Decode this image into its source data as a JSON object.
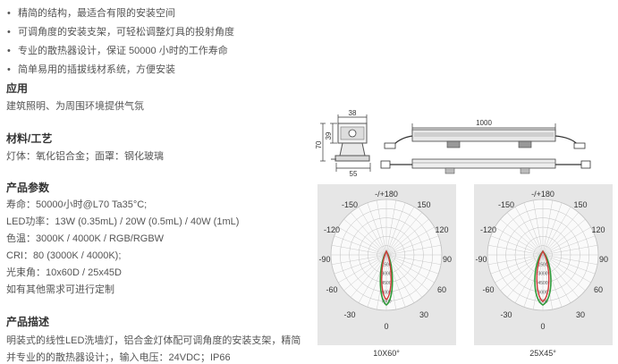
{
  "features": [
    "精简的结构，最适合有限的安装空间",
    "可调角度的安装支架，可轻松调整灯具的投射角度",
    "专业的散热器设计，保证 50000 小时的工作寿命",
    "简单易用的插拔线材系统，方便安装"
  ],
  "bullet_symbol": "•",
  "application": {
    "title": "应用",
    "text": "建筑照明、为周围环境提供气氛"
  },
  "materials": {
    "title": "材料/工艺",
    "text": "灯体：氧化铝合金；面罩：钢化玻璃"
  },
  "params": {
    "title": "产品参数",
    "items": [
      "寿命：50000小时@L70 Ta35°C;",
      "LED功率：13W (0.35mL) / 20W (0.5mL) / 40W (1mL)",
      "色温：3000K / 4000K / RGB/RGBW",
      "CRI：80 (3000K / 4000K);",
      "光束角：10x60D / 25x45D",
      "如有其他需求可进行定制"
    ]
  },
  "description": {
    "title": "产品描述",
    "lines": [
      "明装式的线性LED洗墙灯，铝合金灯体配可调角度的安装支架，精简",
      "并专业的的散热器设计；，输入电压：24VDC；IP66"
    ]
  },
  "drawing": {
    "dims": [
      "38",
      "39",
      "70",
      "55",
      "1000"
    ]
  },
  "polar_common": {
    "angle_labels": [
      "-/+180",
      "-150",
      "150",
      "-120",
      "120",
      "-90",
      "90",
      "-60",
      "60",
      "-30",
      "30",
      "0"
    ],
    "radial_labels": [
      "1500",
      "3000",
      "4500",
      "6000",
      "7500"
    ],
    "colors": {
      "red": "#d23a3a",
      "green": "#2f9a3a",
      "grid": "#bfbfbf",
      "panel": "#e6e6e6"
    }
  },
  "polar_charts": [
    {
      "caption": "10X60°"
    },
    {
      "caption": "25X45°"
    }
  ]
}
